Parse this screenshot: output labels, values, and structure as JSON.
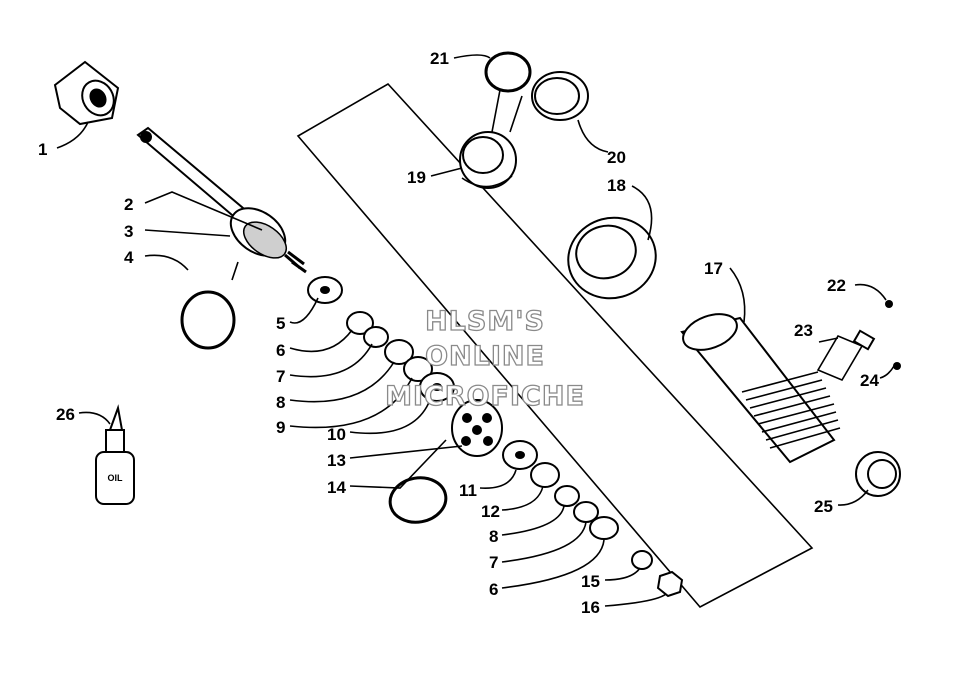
{
  "callouts": [
    {
      "n": "1",
      "text": "1"
    },
    {
      "n": "2",
      "text": "2"
    },
    {
      "n": "3",
      "text": "3"
    },
    {
      "n": "4",
      "text": "4"
    },
    {
      "n": "5",
      "text": "5"
    },
    {
      "n": "6a",
      "text": "6"
    },
    {
      "n": "7a",
      "text": "7"
    },
    {
      "n": "8a",
      "text": "8"
    },
    {
      "n": "9",
      "text": "9"
    },
    {
      "n": "10",
      "text": "10"
    },
    {
      "n": "13",
      "text": "13"
    },
    {
      "n": "14",
      "text": "14"
    },
    {
      "n": "11",
      "text": "11"
    },
    {
      "n": "12",
      "text": "12"
    },
    {
      "n": "8b",
      "text": "8"
    },
    {
      "n": "7b",
      "text": "7"
    },
    {
      "n": "6b",
      "text": "6"
    },
    {
      "n": "15",
      "text": "15"
    },
    {
      "n": "16",
      "text": "16"
    },
    {
      "n": "17",
      "text": "17"
    },
    {
      "n": "18",
      "text": "18"
    },
    {
      "n": "19",
      "text": "19"
    },
    {
      "n": "20",
      "text": "20"
    },
    {
      "n": "21",
      "text": "21"
    },
    {
      "n": "22",
      "text": "22"
    },
    {
      "n": "23",
      "text": "23"
    },
    {
      "n": "24",
      "text": "24"
    },
    {
      "n": "25",
      "text": "25"
    },
    {
      "n": "26",
      "text": "26"
    }
  ],
  "bottle_label": "OIL",
  "watermark": [
    "HLSM'S",
    "ONLINE",
    "MICROFICHE"
  ]
}
